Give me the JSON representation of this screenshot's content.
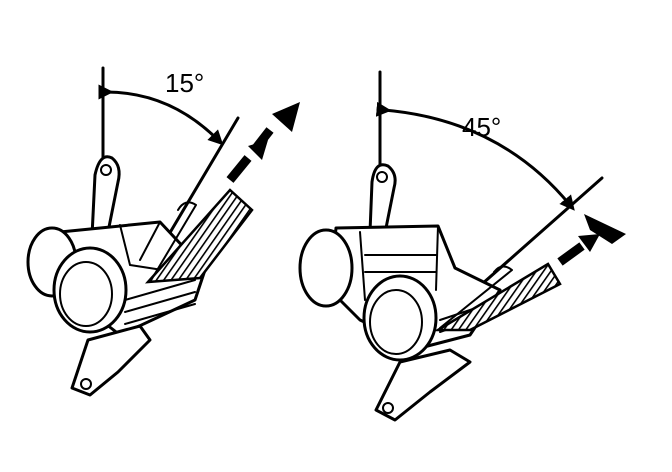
{
  "figures": [
    {
      "angle_label": "15°",
      "angle_deg": 15
    },
    {
      "angle_label": "45°",
      "angle_deg": 45
    }
  ],
  "colors": {
    "ink": "#000000",
    "paper": "#ffffff"
  }
}
